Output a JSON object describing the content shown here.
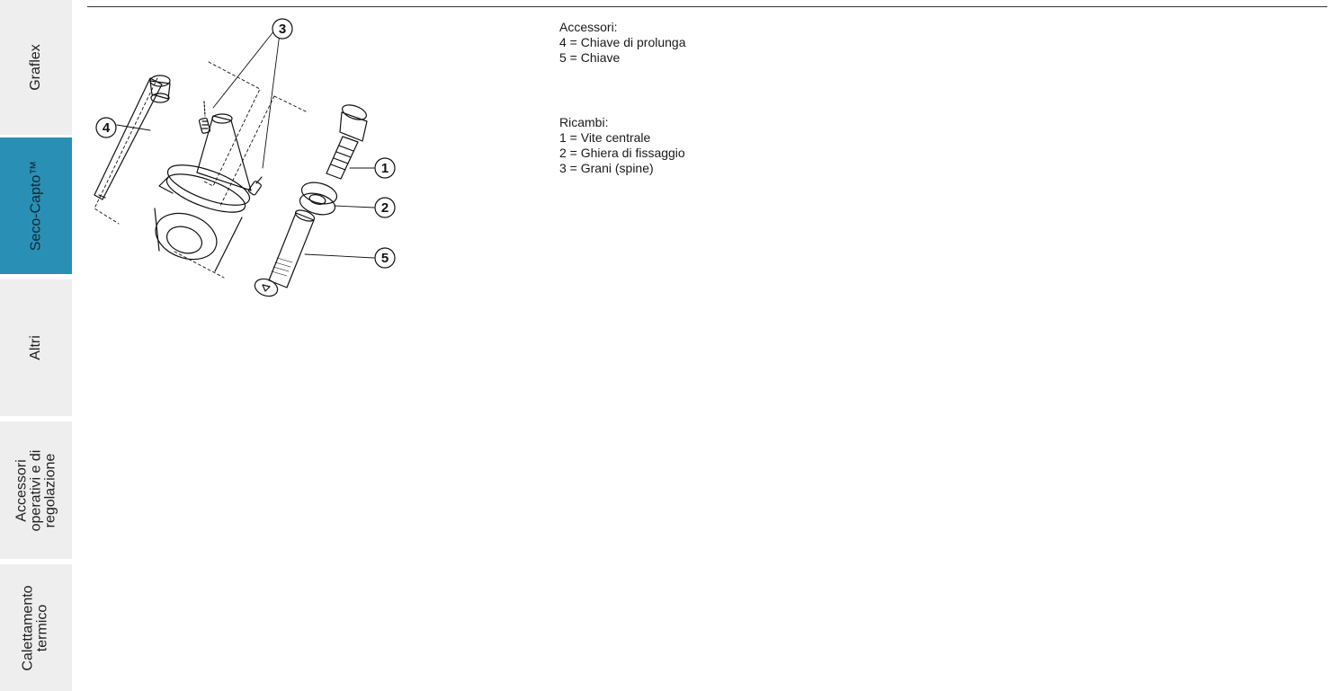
{
  "sidebar": {
    "tabs": [
      {
        "label_lines": [
          "Graflex"
        ],
        "active": false
      },
      {
        "label_lines": [
          "Seco-Capto™"
        ],
        "active": true
      },
      {
        "label_lines": [
          "Altri"
        ],
        "active": false
      },
      {
        "label_lines": [
          "Accessori",
          "operativi e di",
          "regolazione"
        ],
        "active": false
      },
      {
        "label_lines": [
          "Calettamento",
          "termico"
        ],
        "active": false
      }
    ],
    "active_color": "#2a8fb4",
    "inactive_color": "#eeeeee"
  },
  "diagram": {
    "callouts": [
      "1",
      "2",
      "3",
      "4",
      "5"
    ]
  },
  "notes": {
    "accessories": {
      "heading": "Accessori:",
      "items": [
        "4 = Chiave di prolunga",
        "5 = Chiave"
      ]
    },
    "spares": {
      "heading": "Ricambi:",
      "items": [
        "1 = Vite centrale",
        "2 = Ghiera di fissaggio",
        "3 = Grani (spine)"
      ]
    }
  }
}
